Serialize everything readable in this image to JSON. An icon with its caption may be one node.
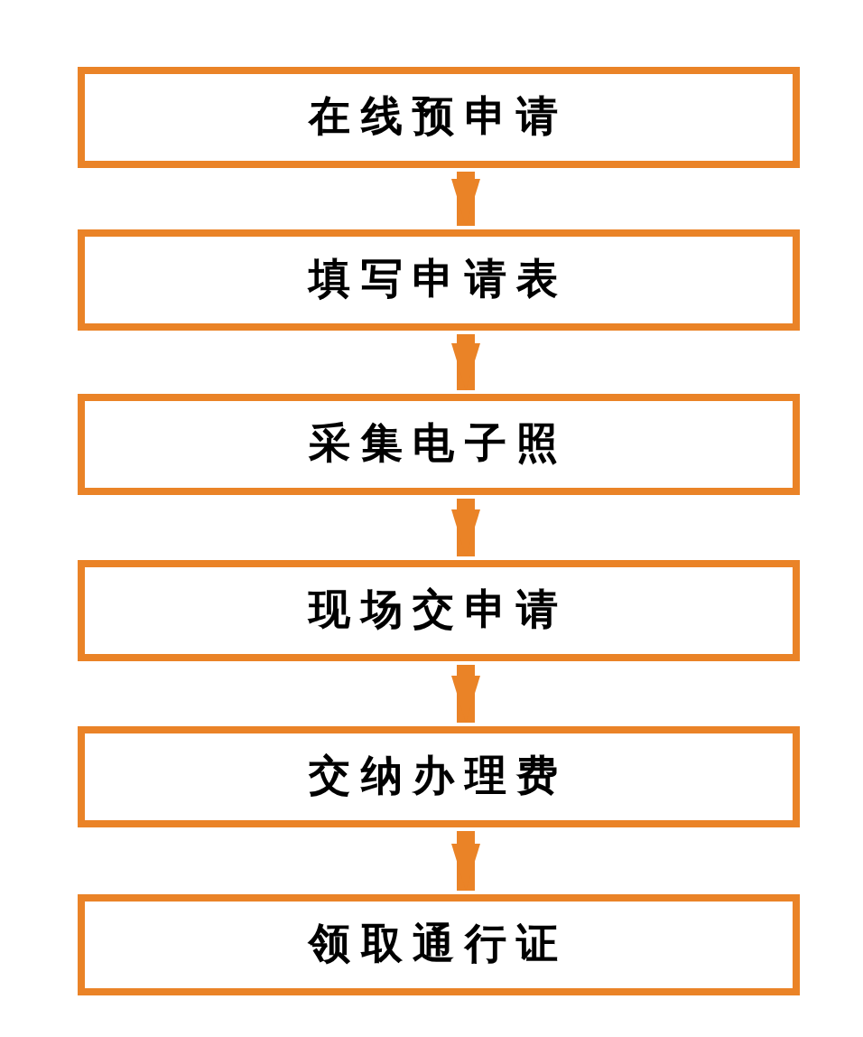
{
  "diagram": {
    "nodes": [
      {
        "text": [
          "在线预申请"
        ]
      },
      {
        "text": [
          "填写申请表"
        ]
      },
      {
        "text": [
          "采集电子照"
        ]
      },
      {
        "text": [
          "现场交申请"
        ]
      },
      {
        "text": [
          "交纳办理费"
        ]
      },
      {
        "text": [
          "领取通行证"
        ]
      }
    ],
    "edges": [
      {
        "from": 0,
        "to": 1,
        "arrow": "to"
      },
      {
        "from": 1,
        "to": 2,
        "arrow": "to"
      },
      {
        "from": 2,
        "to": 3,
        "arrow": "to"
      },
      {
        "from": 3,
        "to": 4,
        "arrow": "to"
      },
      {
        "from": 4,
        "to": 5,
        "arrow": "to"
      }
    ]
  }
}
